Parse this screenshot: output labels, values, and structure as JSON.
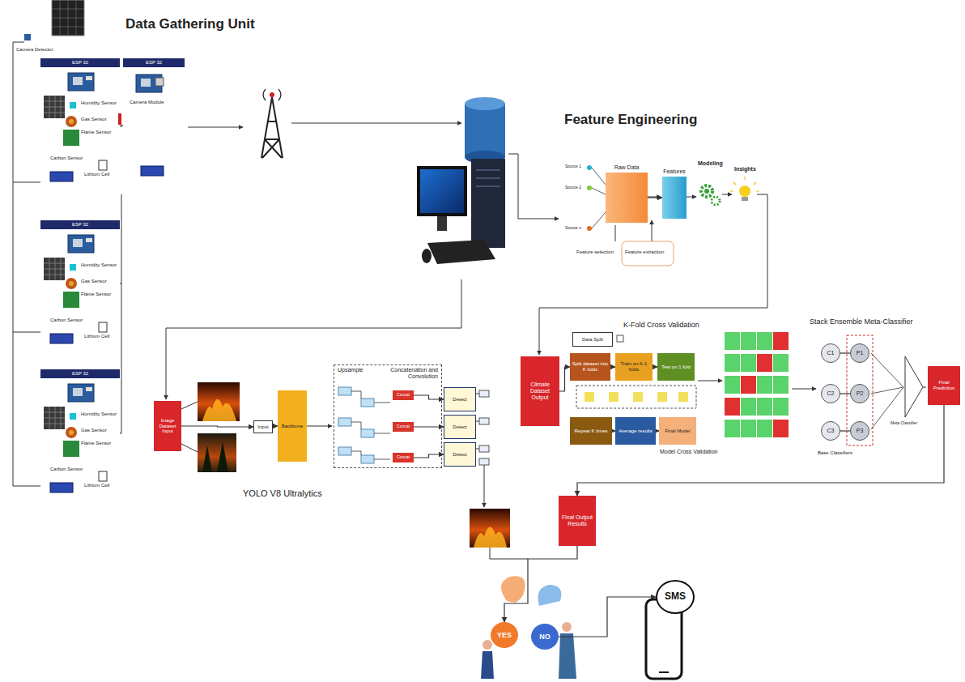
{
  "diagram": {
    "nodes": [
      {
        "text": [
          "ESP 32"
        ]
      },
      {
        "text": [
          "ESP 32"
        ]
      },
      {
        "text": [
          "ESP 32"
        ]
      },
      {
        "text": [
          "ESP 32"
        ]
      },
      {
        "text": [
          "Raw Data"
        ]
      },
      {
        "text": [
          "Features"
        ]
      },
      {
        "text": [
          "Climate Dataset Output"
        ]
      },
      {
        "text": [
          "Data Split"
        ]
      },
      {
        "text": [
          "Split dataset into K folds"
        ]
      },
      {
        "text": [
          "Train on K-1 folds"
        ]
      },
      {
        "text": [
          "Test on 1 fold"
        ]
      },
      {
        "text": [
          "Repeat K times"
        ]
      },
      {
        "text": [
          "Average results"
        ]
      },
      {
        "text": [
          "Final Model"
        ]
      },
      {
        "text": [
          "C1"
        ]
      },
      {
        "text": [
          "C2"
        ]
      },
      {
        "text": [
          "C3"
        ]
      },
      {
        "text": [
          "P1"
        ]
      },
      {
        "text": [
          "P2"
        ]
      },
      {
        "text": [
          "P3"
        ]
      },
      {
        "text": [
          "Final Prediction"
        ]
      },
      {
        "text": [
          "Image Dataset Input"
        ]
      },
      {
        "text": [
          "Input"
        ]
      },
      {
        "text": [
          "Backbone"
        ]
      },
      {
        "text": [
          "Upsample",
          "Concatenation and Convolution"
        ]
      },
      {
        "text": [
          "Concat"
        ],
        "in": 24
      },
      {
        "text": [
          "Concat"
        ],
        "in": 24
      },
      {
        "text": [
          "Concat"
        ],
        "in": 24
      },
      {
        "text": [
          "Detect"
        ]
      },
      {
        "text": [
          "Detect"
        ]
      },
      {
        "text": [
          "Detect"
        ]
      },
      {
        "text": [
          "Final Output Results"
        ]
      },
      {
        "text": [
          "YES"
        ]
      },
      {
        "text": [
          "NO"
        ]
      },
      {
        "text": [
          "SMS"
        ]
      }
    ],
    "edges": [
      {
        "from": 0,
        "to": 1,
        "arrow": "none"
      },
      {
        "from": 4,
        "to": 5,
        "arrow": "to"
      },
      {
        "from": 6,
        "to": 8,
        "arrow": "to"
      },
      {
        "from": 8,
        "to": 9,
        "arrow": "to"
      },
      {
        "from": 9,
        "to": 10,
        "arrow": "to"
      },
      {
        "from": 11,
        "to": 12,
        "arrow": "to"
      },
      {
        "from": 12,
        "to": 13,
        "arrow": "to"
      },
      {
        "from": 14,
        "to": 17,
        "arrow": "none"
      },
      {
        "from": 15,
        "to": 18,
        "arrow": "none"
      },
      {
        "from": 16,
        "to": 19,
        "arrow": "none"
      },
      {
        "from": 20,
        "to": 31,
        "arrow": "to"
      },
      {
        "from": 21,
        "to": 22,
        "arrow": "to"
      },
      {
        "from": 22,
        "to": 23,
        "arrow": "to"
      },
      {
        "from": 25,
        "to": 28,
        "arrow": "to"
      },
      {
        "from": 26,
        "to": 29,
        "arrow": "to"
      },
      {
        "from": 27,
        "to": 30,
        "arrow": "to"
      },
      {
        "from": 31,
        "to": 32,
        "arrow": "to"
      },
      {
        "from": 33,
        "to": 34,
        "arrow": "to"
      }
    ],
    "labels": [
      "Data Gathering Unit",
      "Camera Detector",
      "Humidity Sensor",
      "Gas Sensor",
      "Flame Sensor",
      "Carbon Sensor",
      "Lithium Cell",
      "Camera Module",
      "Humidity Sensor",
      "Gas Sensor",
      "Flame Sensor",
      "Carbon Sensor",
      "Lithium Cell",
      "Humidity Sensor",
      "Gas Sensor",
      "Flame Sensor",
      "Carbon Sensor",
      "Lithium Cell",
      "Feature Engineering",
      "Source 1",
      "Source 2",
      "Source n",
      "Modeling",
      "Insights",
      "Feature selection",
      "Feature extraction",
      "K-Fold Cross Validation",
      "Model Cross Validation",
      "Stack Ensemble Meta-Classifier",
      "Meta Classifier",
      "Base Classifiers",
      "YOLO V8 Ultralytics"
    ]
  }
}
